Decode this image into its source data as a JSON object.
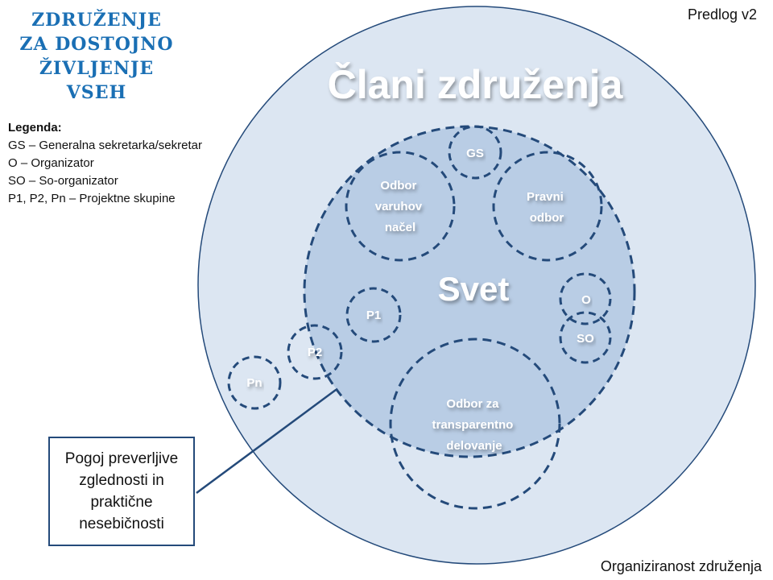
{
  "logo": {
    "lines": [
      "ZDRUŽENJE",
      "ZA DOSTOJNO",
      "ŽIVLJENJE VSEH"
    ]
  },
  "version_label": "Predlog v2",
  "legend": {
    "title": "Legenda:",
    "items": [
      "GS – Generalna sekretarka/sekretar",
      "O – Organizator",
      "SO – So-organizator",
      "P1, P2, Pn – Projektne skupine"
    ]
  },
  "diagram": {
    "outer_title": "Člani združenja",
    "inner_title": "Svet",
    "nodes": {
      "gs": "GS",
      "odbor_varuhov": [
        "Odbor",
        "varuhov",
        "načel"
      ],
      "pravni_odbor": [
        "Pravni",
        "odbor"
      ],
      "p1": "P1",
      "p2": "P2",
      "pn": "Pn",
      "o": "O",
      "so": "SO",
      "odbor_transparentno": [
        "Odbor za",
        "transparentno",
        "delovanje"
      ]
    },
    "colors": {
      "outer_fill": "#dce6f2",
      "inner_fill": "#b9cde5",
      "stroke": "#244a7a",
      "label": "#ffffff"
    }
  },
  "callout": {
    "lines": [
      "Pogoj preverljive",
      "zglednosti in",
      "praktične",
      "nesebičnosti"
    ]
  },
  "footer_label": "Organiziranost združenja"
}
